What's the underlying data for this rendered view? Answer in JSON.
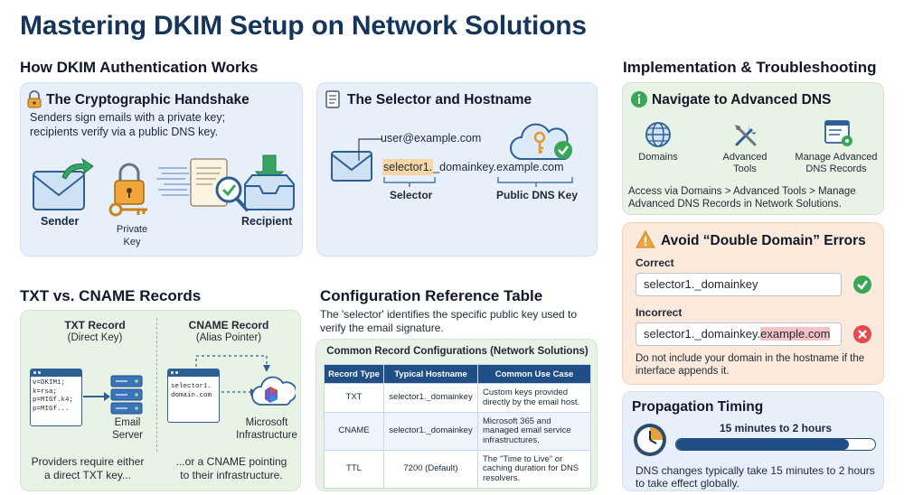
{
  "title": "Mastering DKIM Setup on Network Solutions",
  "sections": {
    "how": "How DKIM Authentication Works",
    "txt_cname": "TXT vs. CNAME Records",
    "config": "Configuration Reference Table",
    "impl": "Implementation & Troubleshooting"
  },
  "handshake": {
    "heading": "The Cryptographic Handshake",
    "desc_line1": "Senders sign emails with a private key;",
    "desc_line2": "recipients verify via a public DNS key.",
    "sender": "Sender",
    "private_key_1": "Private",
    "private_key_2": "Key",
    "recipient": "Recipient"
  },
  "selector": {
    "heading": "The Selector and Hostname",
    "email": "user@example.com",
    "selector_part": "selector1.",
    "rest_part": "_domainkey.example.com",
    "selector_label": "Selector",
    "public_key_label": "Public DNS Key"
  },
  "records": {
    "txt_title": "TXT Record",
    "txt_sub": "(Direct Key)",
    "cname_title": "CNAME Record",
    "cname_sub": "(Alias Pointer)",
    "code_lines": [
      "v=DKIM1;",
      "k=rsa;",
      "p=MIGf.k4;",
      "p=MIGf..."
    ],
    "cname_code_1": "selector1.",
    "cname_code_2": "domain.com",
    "email_server_1": "Email",
    "email_server_2": "Server",
    "ms_1": "Microsoft",
    "ms_2": "Infrastructure",
    "txt_caption_1": "Providers require either",
    "txt_caption_2": "a direct TXT key...",
    "cname_caption_1": "...or a CNAME pointing",
    "cname_caption_2": "to their infrastructure."
  },
  "config": {
    "desc_line1": "The 'selector' identifies the specific public key used to",
    "desc_line2": "verify the email signature.",
    "table_title": "Common Record Configurations (Network Solutions)",
    "headers": [
      "Record Type",
      "Typical Hostname",
      "Common Use Case"
    ],
    "rows": [
      {
        "type": "TXT",
        "host": "selector1._domainkey",
        "use": [
          "Custom keys provided",
          "directly by the email host."
        ]
      },
      {
        "type": "CNAME",
        "host": "selector1._domainkey",
        "use": [
          "Microsoft 365 and",
          "managed email service",
          "infrastructures."
        ]
      },
      {
        "type": "TTL",
        "host": "7200 (Default)",
        "use": [
          "The \"Time to Live\" or",
          "caching duration for DNS",
          "resolvers."
        ]
      }
    ]
  },
  "navigate": {
    "heading": "Navigate to Advanced DNS",
    "domains": "Domains",
    "advanced_1": "Advanced",
    "advanced_2": "Tools",
    "manage_1": "Manage Advanced",
    "manage_2": "DNS Records",
    "desc_line1": "Access via Domains > Advanced Tools > Manage",
    "desc_line2": "Advanced DNS Records in Network Solutions."
  },
  "double": {
    "heading": "Avoid “Double Domain” Errors",
    "correct_label": "Correct",
    "correct_value": "selector1._domainkey",
    "incorrect_label": "Incorrect",
    "incorrect_value": "selector1._domainkey.",
    "incorrect_highlight": "example.com",
    "desc_line1": "Do not include your domain in the hostname if the",
    "desc_line2": "interface appends it."
  },
  "propagation": {
    "heading": "Propagation Timing",
    "range": "15 minutes to 2 hours",
    "progress": 0.87,
    "desc_line1": "DNS changes typically take 15 minutes to 2 hours",
    "desc_line2": "to take effect globally."
  },
  "colors": {
    "title": "#16355a",
    "table_header": "#1f4f86",
    "success": "#3aa657",
    "error": "#e5484d",
    "accent_green": "#2f9e57",
    "highlight_orange": "#f8d7a7",
    "highlight_red": "#f7c2c4"
  }
}
